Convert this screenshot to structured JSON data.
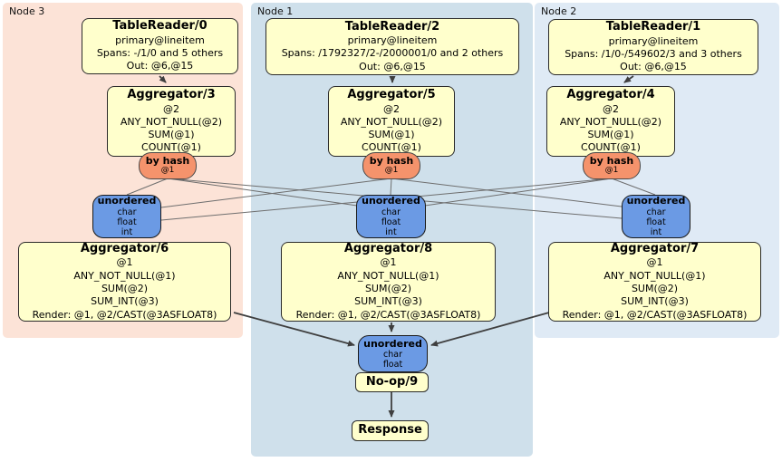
{
  "colors": {
    "node3_region_fill": "#fce3d7",
    "node1_region_fill": "#cfe0eb",
    "node2_region_fill": "#dfeaf5",
    "processor_fill": "#ffffcc",
    "router_fill": "#f5936c",
    "sync_fill": "#6b9ae4",
    "edge_thin": "#6e6e6e",
    "edge_thick": "#3f3f3f"
  },
  "regions": {
    "node3": {
      "label": "Node 3"
    },
    "node1": {
      "label": "Node 1"
    },
    "node2": {
      "label": "Node 2"
    }
  },
  "processors": {
    "tr0": {
      "title": "TableReader/0",
      "lines": [
        "primary@lineitem",
        "Spans: -/1/0 and 5 others",
        "Out: @6,@15"
      ]
    },
    "tr2": {
      "title": "TableReader/2",
      "lines": [
        "primary@lineitem",
        "Spans: /1792327/2-/2000001/0 and 2 others",
        "Out: @6,@15"
      ]
    },
    "tr1": {
      "title": "TableReader/1",
      "lines": [
        "primary@lineitem",
        "Spans: /1/0-/549602/3 and 3 others",
        "Out: @6,@15"
      ]
    },
    "agg3": {
      "title": "Aggregator/3",
      "lines": [
        "@2",
        "ANY_NOT_NULL(@2)",
        "SUM(@1)",
        "COUNT(@1)"
      ]
    },
    "agg5": {
      "title": "Aggregator/5",
      "lines": [
        "@2",
        "ANY_NOT_NULL(@2)",
        "SUM(@1)",
        "COUNT(@1)"
      ]
    },
    "agg4": {
      "title": "Aggregator/4",
      "lines": [
        "@2",
        "ANY_NOT_NULL(@2)",
        "SUM(@1)",
        "COUNT(@1)"
      ]
    },
    "agg6": {
      "title": "Aggregator/6",
      "lines": [
        "@1",
        "ANY_NOT_NULL(@1)",
        "SUM(@2)",
        "SUM_INT(@3)",
        "Render: @1, @2/CAST(@3ASFLOAT8)"
      ]
    },
    "agg8": {
      "title": "Aggregator/8",
      "lines": [
        "@1",
        "ANY_NOT_NULL(@1)",
        "SUM(@2)",
        "SUM_INT(@3)",
        "Render: @1, @2/CAST(@3ASFLOAT8)"
      ]
    },
    "agg7": {
      "title": "Aggregator/7",
      "lines": [
        "@1",
        "ANY_NOT_NULL(@1)",
        "SUM(@2)",
        "SUM_INT(@3)",
        "Render: @1, @2/CAST(@3ASFLOAT8)"
      ]
    },
    "noop": {
      "title": "No-op/9"
    },
    "response": {
      "title": "Response"
    }
  },
  "routers": {
    "hash3": {
      "title": "by hash",
      "detail": "@1"
    },
    "hash5": {
      "title": "by hash",
      "detail": "@1"
    },
    "hash4": {
      "title": "by hash",
      "detail": "@1"
    }
  },
  "syncs": {
    "left": {
      "title": "unordered",
      "types": [
        "char",
        "float",
        "int"
      ]
    },
    "mid": {
      "title": "unordered",
      "types": [
        "char",
        "float",
        "int"
      ]
    },
    "right": {
      "title": "unordered",
      "types": [
        "char",
        "float",
        "int"
      ]
    },
    "final": {
      "title": "unordered",
      "types": [
        "char",
        "float"
      ]
    }
  }
}
